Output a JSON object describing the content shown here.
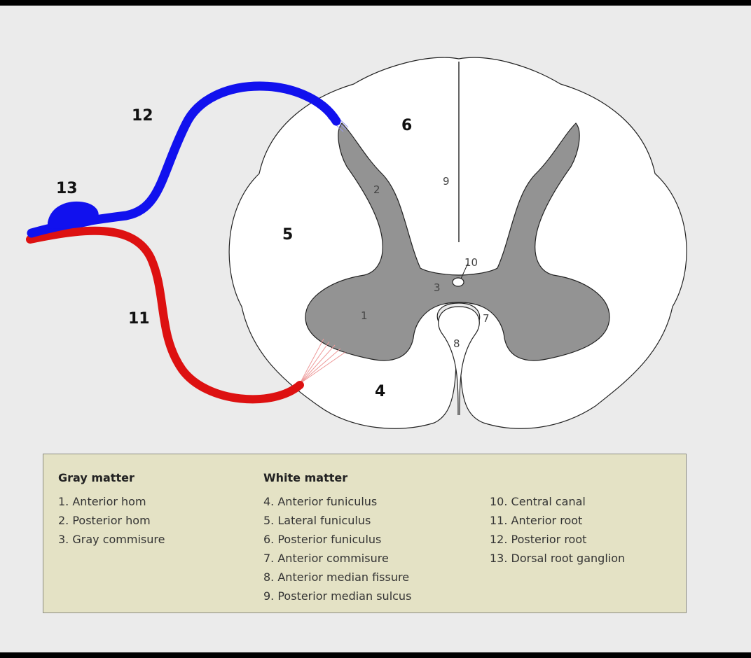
{
  "diagram": {
    "labels": {
      "n1": "1",
      "n2": "2",
      "n3": "3",
      "n4": "4",
      "n5": "5",
      "n6": "6",
      "n7": "7",
      "n8": "8",
      "n9": "9",
      "n10": "10",
      "n11": "11",
      "n12": "12",
      "n13": "13"
    },
    "colors": {
      "anterior_root": "#dd1111",
      "posterior_root": "#1111ee",
      "gray_matter": "#939393",
      "white_matter": "#ffffff",
      "legend_bg": "#e4e2c5"
    }
  },
  "legend": {
    "gray_matter": {
      "heading": "Gray matter",
      "items": [
        "1. Anterior hom",
        "2. Posterior hom",
        "3. Gray commisure"
      ]
    },
    "white_matter": {
      "heading": "White matter",
      "items": [
        "4. Anterior funiculus",
        "5. Lateral funiculus",
        "6. Posterior funiculus",
        "7. Anterior commisure",
        "8. Anterior median fissure",
        "9. Posterior median sulcus"
      ]
    },
    "other": {
      "items": [
        "10. Central canal",
        "11. Anterior root",
        "12. Posterior root",
        "13. Dorsal root ganglion"
      ]
    }
  }
}
